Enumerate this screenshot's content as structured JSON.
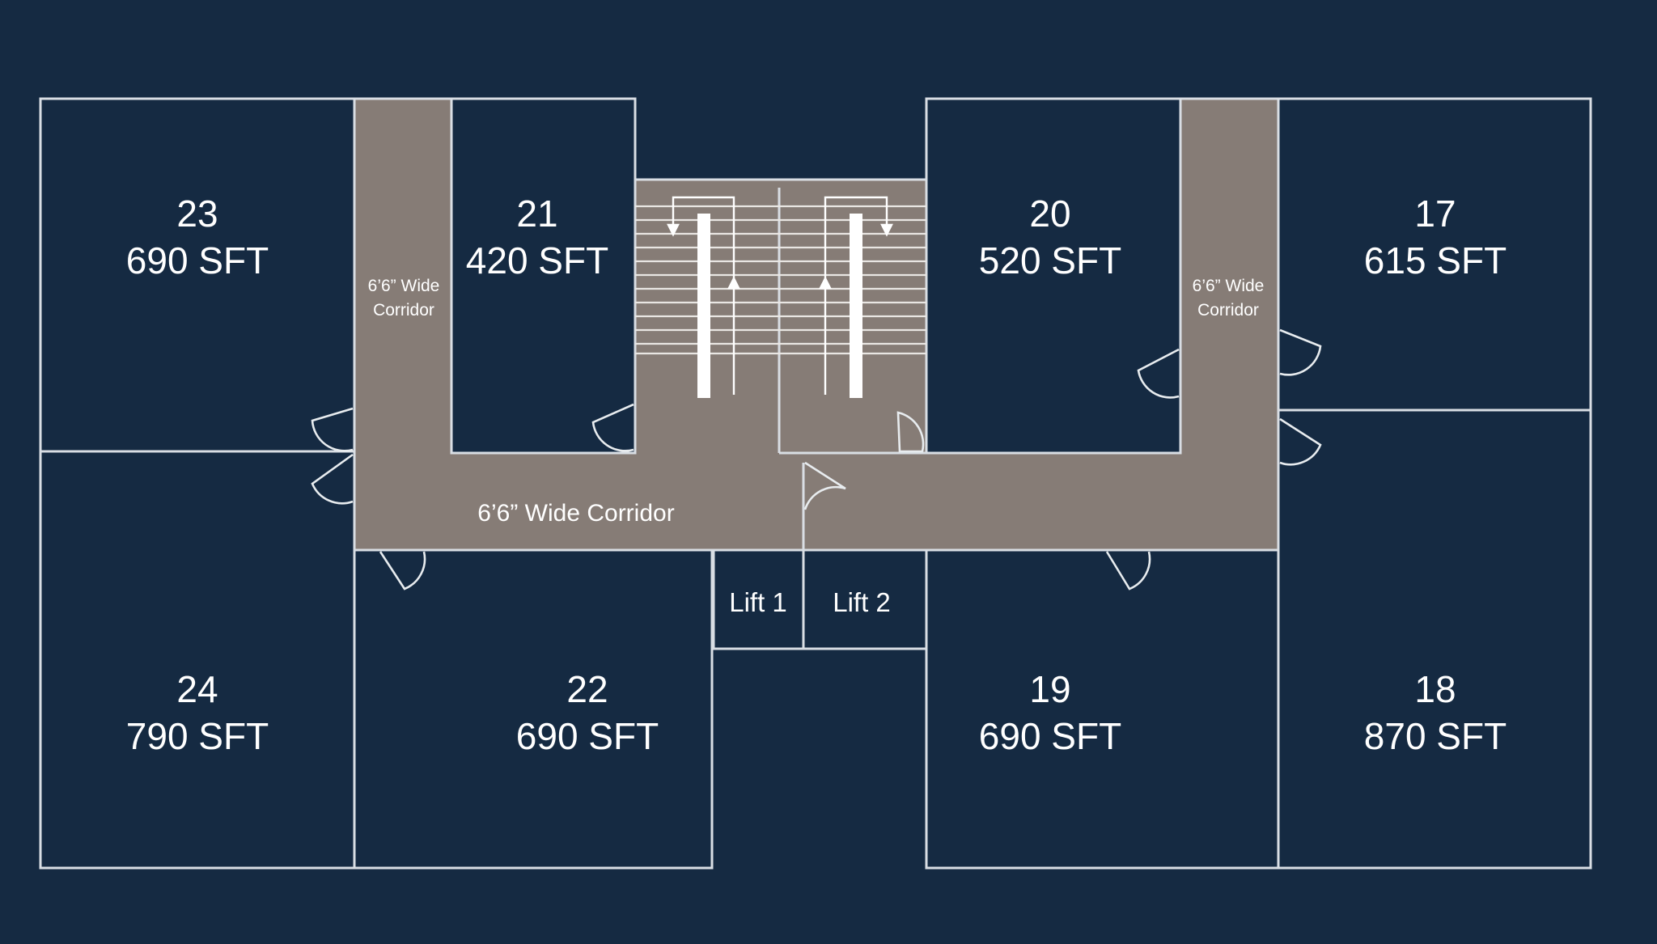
{
  "colors": {
    "background": "#152a42",
    "unit_fill": "#152a42",
    "corridor_fill": "#867c76",
    "wall_line": "#d9dee4",
    "label_text": "#ffffff"
  },
  "units": [
    {
      "id": "23",
      "number": "23",
      "area": "690 SFT"
    },
    {
      "id": "21",
      "number": "21",
      "area": "420 SFT"
    },
    {
      "id": "20",
      "number": "20",
      "area": "520 SFT"
    },
    {
      "id": "17",
      "number": "17",
      "area": "615 SFT"
    },
    {
      "id": "24",
      "number": "24",
      "area": "790 SFT"
    },
    {
      "id": "22",
      "number": "22",
      "area": "690 SFT"
    },
    {
      "id": "19",
      "number": "19",
      "area": "690 SFT"
    },
    {
      "id": "18",
      "number": "18",
      "area": "870 SFT"
    }
  ],
  "corridors": {
    "main_label": "6’6” Wide Corridor",
    "left_line1": "6’6” Wide",
    "left_line2": "Corridor",
    "right_line1": "6’6” Wide",
    "right_line2": "Corridor"
  },
  "lifts": [
    {
      "label": "Lift 1"
    },
    {
      "label": "Lift 2"
    }
  ]
}
